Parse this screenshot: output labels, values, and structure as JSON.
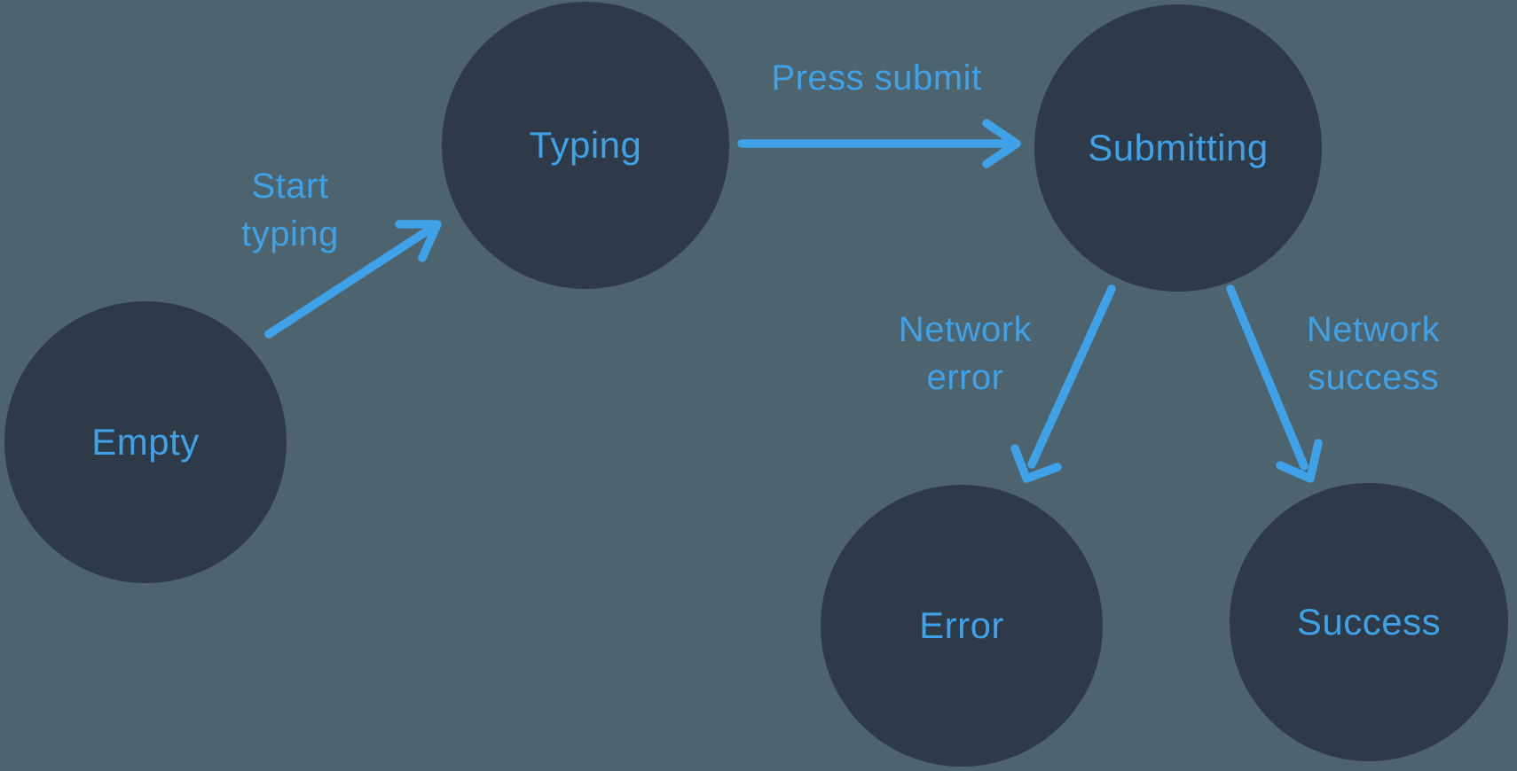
{
  "diagram": {
    "colors": {
      "background": "#4d636d",
      "node": "#2e3a47",
      "accent": "#3fa2e8"
    },
    "nodes": [
      {
        "id": "empty",
        "label": "Empty"
      },
      {
        "id": "typing",
        "label": "Typing"
      },
      {
        "id": "submitting",
        "label": "Submitting"
      },
      {
        "id": "error",
        "label": "Error"
      },
      {
        "id": "success",
        "label": "Success"
      }
    ],
    "edges": [
      {
        "from": "Empty",
        "to": "Typing",
        "label": "Start typing"
      },
      {
        "from": "Typing",
        "to": "Submitting",
        "label": "Press submit"
      },
      {
        "from": "Submitting",
        "to": "Error",
        "label": "Network error"
      },
      {
        "from": "Submitting",
        "to": "Success",
        "label": "Network success"
      }
    ]
  }
}
